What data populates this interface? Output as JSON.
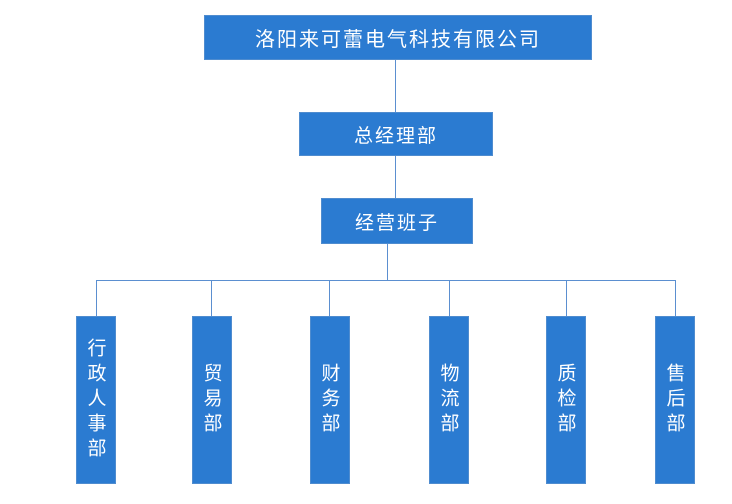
{
  "diagram": {
    "company": "洛阳来可蕾电气科技有限公司",
    "general_manager": "总经理部",
    "business_team": "经营班子",
    "departments": [
      {
        "label": "行政人事部"
      },
      {
        "label": "贸易部"
      },
      {
        "label": "财务部"
      },
      {
        "label": "物流部"
      },
      {
        "label": "质检部"
      },
      {
        "label": "售后部"
      }
    ],
    "colors": {
      "box_fill": "#2b7bd1",
      "line": "#5b8fd0",
      "text": "#ffffff"
    }
  }
}
